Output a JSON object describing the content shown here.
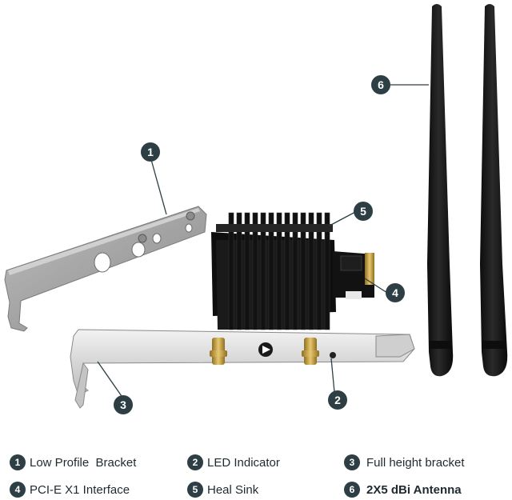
{
  "callouts": [
    {
      "num": "1"
    },
    {
      "num": "2"
    },
    {
      "num": "3"
    },
    {
      "num": "4"
    },
    {
      "num": "5"
    },
    {
      "num": "6"
    }
  ],
  "legend": [
    {
      "num": "1",
      "label": "Low Profile  Bracket"
    },
    {
      "num": "2",
      "label": "LED Indicator"
    },
    {
      "num": "3",
      "label": "Full height bracket"
    },
    {
      "num": "4",
      "label": "PCI-E X1 Interface"
    },
    {
      "num": "5",
      "label": "Heal Sink"
    },
    {
      "num": "6",
      "label": "2X5 dBi Antenna"
    }
  ],
  "colors": {
    "callout_bg": "#2d3e44",
    "antenna": "#151515",
    "heatsink": "#1a1a1a",
    "pcb": "#0e0e0e",
    "bracket_light": "#d9d9d9",
    "bracket_dark": "#a6a6a6",
    "connector_gold": "#c9a44a"
  }
}
